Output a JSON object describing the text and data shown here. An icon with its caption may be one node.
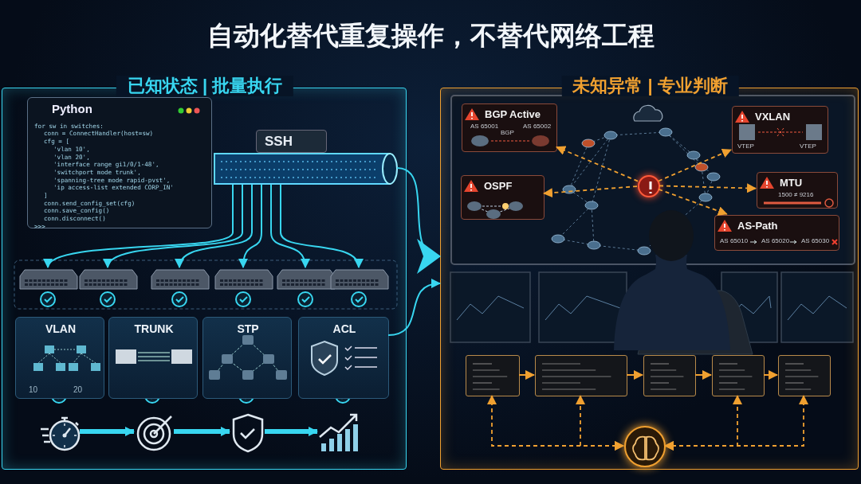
{
  "diagram": {
    "title": "自动化替代重复操作，不替代网络工程",
    "nodes": [
      {
        "text": [
          "已知状态 | 批量执行"
        ]
      },
      {
        "text": [
          "Python",
          "for sw in switches:",
          "conn = ConnectHandler(host=sw)",
          "cfg = [",
          "'vlan 10',",
          "'vlan 20',",
          "'interface range gi1/0/1-48',",
          "'switchport mode trunk',",
          "'spanning-tree mode rapid-pvst',",
          "'ip access-list extended CORP_IN'",
          "]",
          "conn.send_config_set(cfg)",
          "conn.save_config()",
          "conn.disconnect()",
          ">>>"
        ],
        "in": 0
      },
      {
        "text": [
          "SSH"
        ],
        "in": 0
      },
      {
        "text": [],
        "shape": "picture",
        "in": 0
      },
      {
        "text": [],
        "shape": "picture",
        "in": 0
      },
      {
        "text": [],
        "shape": "picture",
        "in": 0
      },
      {
        "text": [],
        "shape": "picture",
        "in": 0
      },
      {
        "text": [],
        "shape": "picture",
        "in": 0
      },
      {
        "text": [],
        "shape": "picture",
        "in": 0
      },
      {
        "text": [
          "VLAN",
          "10",
          "20"
        ],
        "in": 0
      },
      {
        "text": [
          "TRUNK"
        ],
        "in": 0
      },
      {
        "text": [
          "STP"
        ],
        "in": 0
      },
      {
        "text": [
          "ACL"
        ],
        "in": 0
      },
      {
        "text": [],
        "shape": "picture",
        "in": 0
      },
      {
        "text": [],
        "shape": "picture",
        "in": 0
      },
      {
        "text": [],
        "shape": "picture",
        "in": 0
      },
      {
        "text": [],
        "shape": "picture",
        "in": 0
      },
      {
        "text": [
          "未知异常 | 专业判断"
        ]
      },
      {
        "text": [
          "BGP Active",
          "AS 65001",
          "BGP",
          "AS 65002"
        ],
        "in": 17
      },
      {
        "text": [
          "VXLAN",
          "VTEP",
          "VTEP"
        ],
        "in": 17
      },
      {
        "text": [
          "OSPF"
        ],
        "in": 17
      },
      {
        "text": [
          "MTU",
          "1500 ≠ 9216"
        ],
        "in": 17
      },
      {
        "text": [
          "AS-Path",
          "AS 65010",
          "AS 65020",
          "AS 65030"
        ],
        "in": 17
      },
      {
        "text": [],
        "shape": "circle",
        "in": 17
      },
      {
        "text": [],
        "shape": "box",
        "in": 17
      },
      {
        "text": [],
        "shape": "box",
        "in": 17
      },
      {
        "text": [],
        "shape": "box",
        "in": 17
      },
      {
        "text": [],
        "shape": "box",
        "in": 17
      },
      {
        "text": [],
        "shape": "box",
        "in": 17
      },
      {
        "text": [],
        "shape": "circle",
        "in": 17
      }
    ],
    "edges": [
      {
        "from": 2,
        "to": 3,
        "arrow": "to",
        "color": "#38d6f0"
      },
      {
        "from": 2,
        "to": 4,
        "arrow": "to",
        "color": "#38d6f0"
      },
      {
        "from": 2,
        "to": 5,
        "arrow": "to",
        "color": "#38d6f0"
      },
      {
        "from": 2,
        "to": 6,
        "arrow": "to",
        "color": "#38d6f0"
      },
      {
        "from": 2,
        "to": 7,
        "arrow": "to",
        "color": "#38d6f0"
      },
      {
        "from": 2,
        "to": 8,
        "arrow": "to",
        "color": "#38d6f0"
      },
      {
        "from": 2,
        "to": 17,
        "arrow": "to",
        "color": "#38d6f0"
      },
      {
        "from": 12,
        "to": 17,
        "arrow": "to",
        "color": "#38d6f0"
      },
      {
        "from": 13,
        "to": 14,
        "arrow": "to",
        "style": "thick",
        "color": "#38d6f0"
      },
      {
        "from": 14,
        "to": 15,
        "arrow": "to",
        "style": "thick",
        "color": "#38d6f0"
      },
      {
        "from": 15,
        "to": 16,
        "arrow": "to",
        "style": "thick",
        "color": "#38d6f0"
      },
      {
        "from": 23,
        "to": 18,
        "arrow": "to",
        "style": "dashed",
        "color": "#f0a030"
      },
      {
        "from": 23,
        "to": 19,
        "arrow": "to",
        "style": "dashed",
        "color": "#f0a030"
      },
      {
        "from": 23,
        "to": 20,
        "arrow": "to",
        "style": "dashed",
        "color": "#f0a030"
      },
      {
        "from": 23,
        "to": 21,
        "arrow": "to",
        "style": "dashed",
        "color": "#f0a030"
      },
      {
        "from": 23,
        "to": 22,
        "arrow": "to",
        "style": "dashed",
        "color": "#f0a030"
      },
      {
        "from": 24,
        "to": 25,
        "arrow": "to",
        "color": "#f0a030"
      },
      {
        "from": 25,
        "to": 26,
        "arrow": "to",
        "color": "#f0a030"
      },
      {
        "from": 26,
        "to": 27,
        "arrow": "to",
        "color": "#f0a030"
      },
      {
        "from": 27,
        "to": 28,
        "arrow": "to",
        "color": "#f0a030"
      },
      {
        "from": 29,
        "to": 24,
        "arrow": "both",
        "style": "dashed",
        "color": "#f0a030"
      },
      {
        "from": 29,
        "to": 25,
        "arrow": "both",
        "style": "dashed",
        "color": "#f0a030"
      },
      {
        "from": 29,
        "to": 27,
        "arrow": "both",
        "style": "dashed",
        "color": "#f0a030"
      },
      {
        "from": 29,
        "to": 28,
        "arrow": "both",
        "style": "dashed",
        "color": "#f0a030"
      }
    ]
  }
}
